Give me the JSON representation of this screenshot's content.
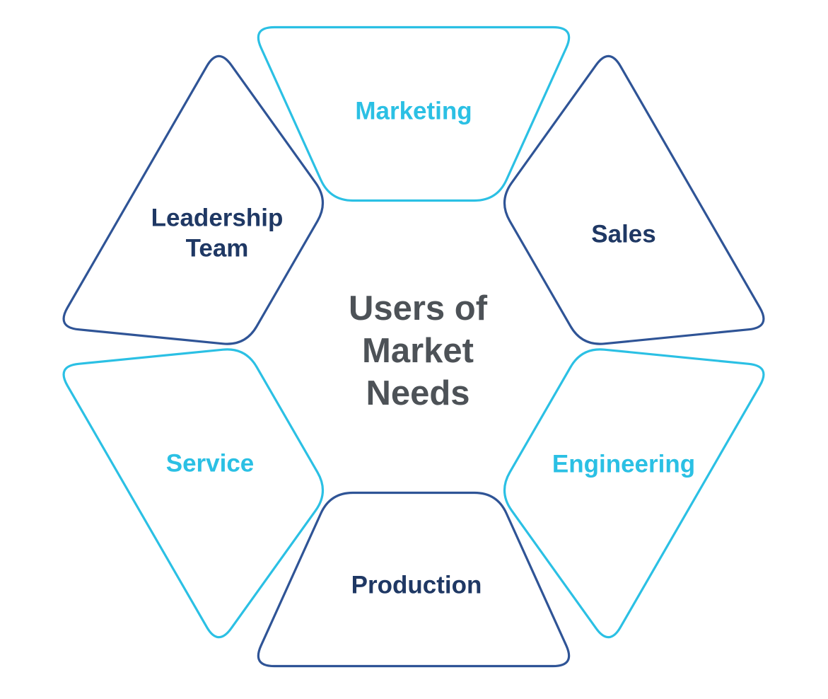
{
  "diagram": {
    "background": "#FFFFFF",
    "center_title": {
      "text": "Users of Market Needs",
      "lines": [
        "Users of",
        "Market",
        "Needs"
      ],
      "color": "#4D5257"
    },
    "segments": [
      {
        "label": "Marketing",
        "position": "top",
        "border_color": "#2BC0E4",
        "label_color": "#2BC0E4"
      },
      {
        "label": "Sales",
        "position": "top-right",
        "border_color": "#2F5496",
        "label_color": "#1F3864"
      },
      {
        "label": "Engineering",
        "position": "bottom-right",
        "border_color": "#2BC0E4",
        "label_color": "#2BC0E4"
      },
      {
        "label": "Production",
        "position": "bottom",
        "border_color": "#2F5496",
        "label_color": "#1F3864"
      },
      {
        "label": "Service",
        "position": "bottom-left",
        "border_color": "#2BC0E4",
        "label_color": "#2BC0E4"
      },
      {
        "label": "Leadership Team",
        "position": "top-left",
        "label_lines": [
          "Leadership",
          "Team"
        ],
        "border_color": "#2F5496",
        "label_color": "#1F3864"
      }
    ]
  }
}
